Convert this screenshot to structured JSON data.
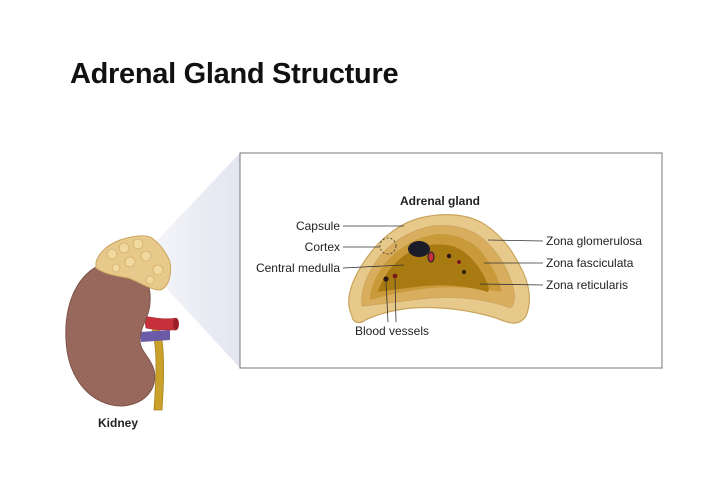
{
  "title": "Adrenal Gland Structure",
  "labels": {
    "kidney": "Kidney",
    "adrenal_gland": "Adrenal gland",
    "capsule": "Capsule",
    "cortex": "Cortex",
    "central_medulla": "Central medulla",
    "blood_vessels": "Blood vessels",
    "zona_glomerulosa": "Zona glomerulosa",
    "zona_fasciculata": "Zona fasciculata",
    "zona_reticularis": "Zona reticularis"
  },
  "colors": {
    "kidney": "#9b6a5f",
    "gland_outer": "#e8c98c",
    "medulla": "#a87a12",
    "artery": "#c7303a",
    "vein": "#6a5aa8",
    "ureter": "#c8a02a",
    "frame": "#777777"
  }
}
